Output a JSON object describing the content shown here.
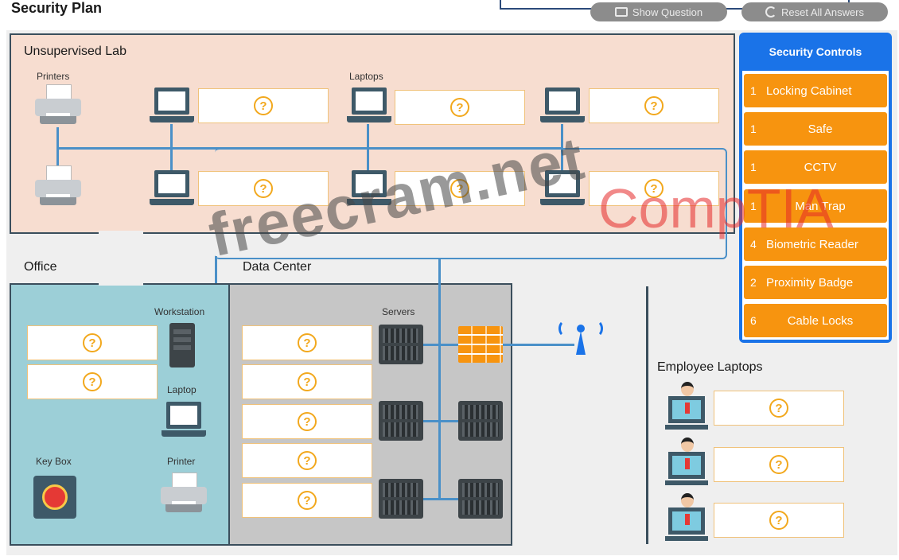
{
  "header": {
    "title": "Security Plan",
    "show_question": "Show Question",
    "reset_answers": "Reset All Answers"
  },
  "rooms": {
    "lab": "Unsupervised Lab",
    "office": "Office",
    "datacenter": "Data Center",
    "employee_laptops": "Employee Laptops"
  },
  "labels": {
    "printers": "Printers",
    "laptops": "Laptops",
    "workstation": "Workstation",
    "laptop": "Laptop",
    "key_box": "Key Box",
    "printer": "Printer",
    "servers": "Servers"
  },
  "slot_placeholder": "?",
  "security_controls": {
    "title": "Security Controls",
    "items": [
      {
        "count": "1",
        "label": "Locking Cabinet"
      },
      {
        "count": "1",
        "label": "Safe"
      },
      {
        "count": "1",
        "label": "CCTV"
      },
      {
        "count": "1",
        "label": "Man Trap"
      },
      {
        "count": "4",
        "label": "Biometric Reader"
      },
      {
        "count": "2",
        "label": "Proximity Badge"
      },
      {
        "count": "6",
        "label": "Cable Locks"
      }
    ]
  },
  "watermarks": {
    "site": "freecram.net",
    "brand": "CompTIA"
  },
  "colors": {
    "accent_blue": "#1a73e8",
    "control_orange": "#f7940f",
    "lab_bg": "#f7ddd0",
    "office_bg": "#9ccfd7",
    "datacenter_bg": "#c6c6c6"
  }
}
